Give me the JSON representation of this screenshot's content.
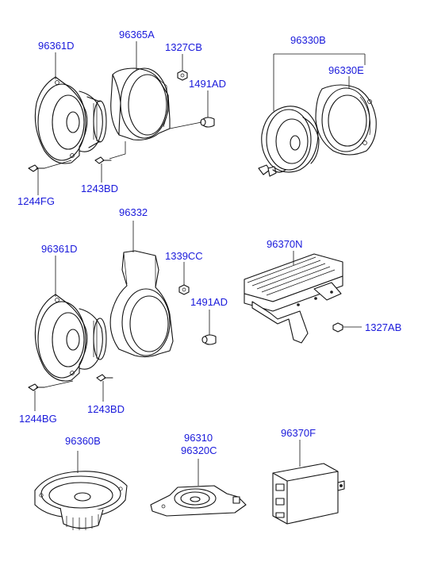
{
  "labels": {
    "p96361D_top": "96361D",
    "p96365A": "96365A",
    "p1327CB": "1327CB",
    "p1491AD_top": "1491AD",
    "p1244FG": "1244FG",
    "p1243BD_top": "1243BD",
    "p96330B": "96330B",
    "p96330E": "96330E",
    "p96332": "96332",
    "p96361D_mid": "96361D",
    "p1339CC": "1339CC",
    "p1491AD_mid": "1491AD",
    "p1244BG": "1244BG",
    "p1243BD_mid": "1243BD",
    "p96370N": "96370N",
    "p1327AB": "1327AB",
    "p96360B": "96360B",
    "p96310": "96310",
    "p96320C": "96320C",
    "p96370F": "96370F"
  }
}
